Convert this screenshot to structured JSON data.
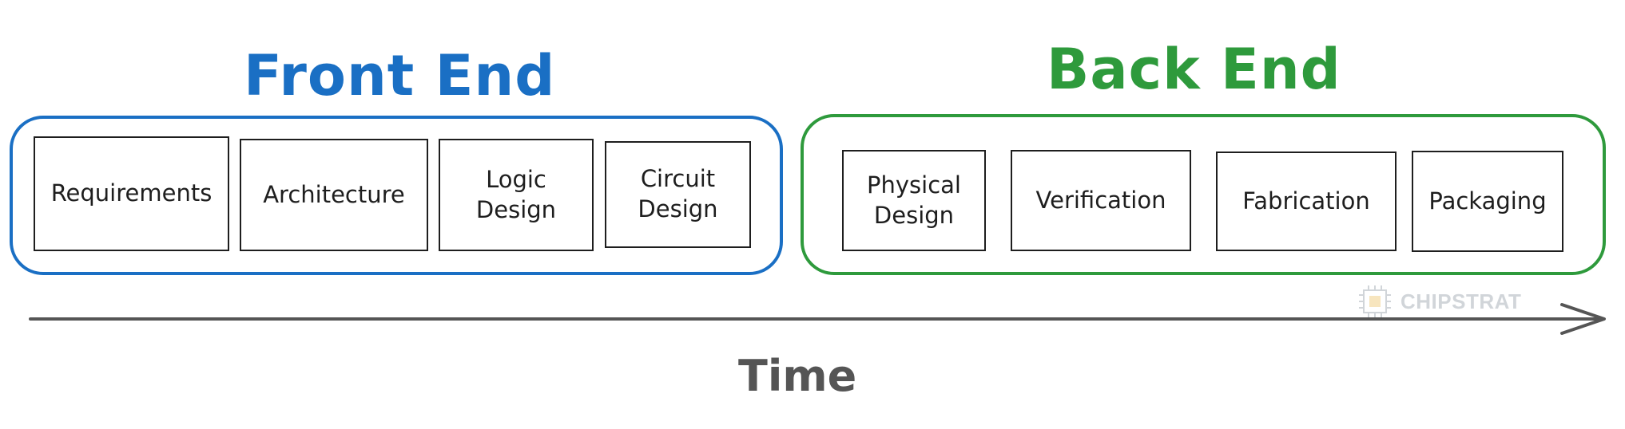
{
  "front_end": {
    "title": "Front End",
    "color": "#1a6fc4",
    "steps": [
      {
        "label": "Requirements"
      },
      {
        "label": "Architecture"
      },
      {
        "label": "Logic\nDesign"
      },
      {
        "label": "Circuit\nDesign"
      }
    ]
  },
  "back_end": {
    "title": "Back End",
    "color": "#2e9a3c",
    "steps": [
      {
        "label": "Physical\nDesign"
      },
      {
        "label": "Verification"
      },
      {
        "label": "Fabrication"
      },
      {
        "label": "Packaging"
      }
    ]
  },
  "axis": {
    "label": "Time",
    "color": "#555555"
  },
  "watermark": {
    "text": "CHIPSTRAT"
  }
}
